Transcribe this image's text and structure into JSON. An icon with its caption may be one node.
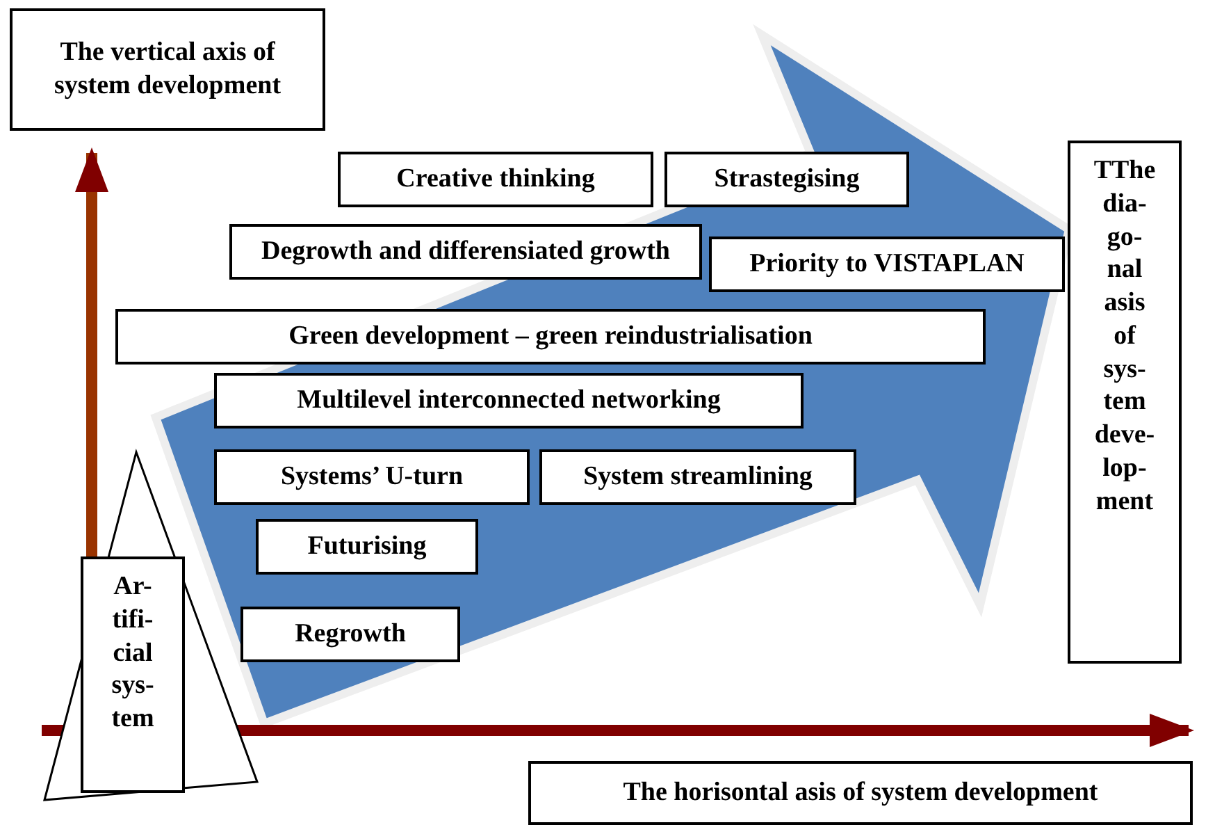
{
  "diagram": {
    "nodes": [
      {
        "text": [
          "The vertical axis of system development"
        ]
      },
      {
        "text": [
          "Creative thinking"
        ]
      },
      {
        "text": [
          "Strastegising"
        ]
      },
      {
        "text": [
          "Degrowth and differensiated growth"
        ]
      },
      {
        "text": [
          "Priority to VISTAPLAN"
        ]
      },
      {
        "text": [
          "Green development – green reindustrialisation"
        ]
      },
      {
        "text": [
          "Multilevel interconnected networking"
        ]
      },
      {
        "text": [
          "Systems’ U-turn"
        ]
      },
      {
        "text": [
          "System streamlining"
        ]
      },
      {
        "text": [
          "Futurising"
        ]
      },
      {
        "text": [
          "Regrowth"
        ]
      },
      {
        "text": [
          "Ar- tifi- cial sys- tem"
        ]
      },
      {
        "text": [
          "TThe dia- go- nal asis of sys- tem deve- lop- ment"
        ]
      },
      {
        "text": [
          "The horisontal asis of system development"
        ]
      }
    ],
    "edges": [
      {
        "from": null,
        "to": 12,
        "arrow": "to"
      }
    ]
  }
}
